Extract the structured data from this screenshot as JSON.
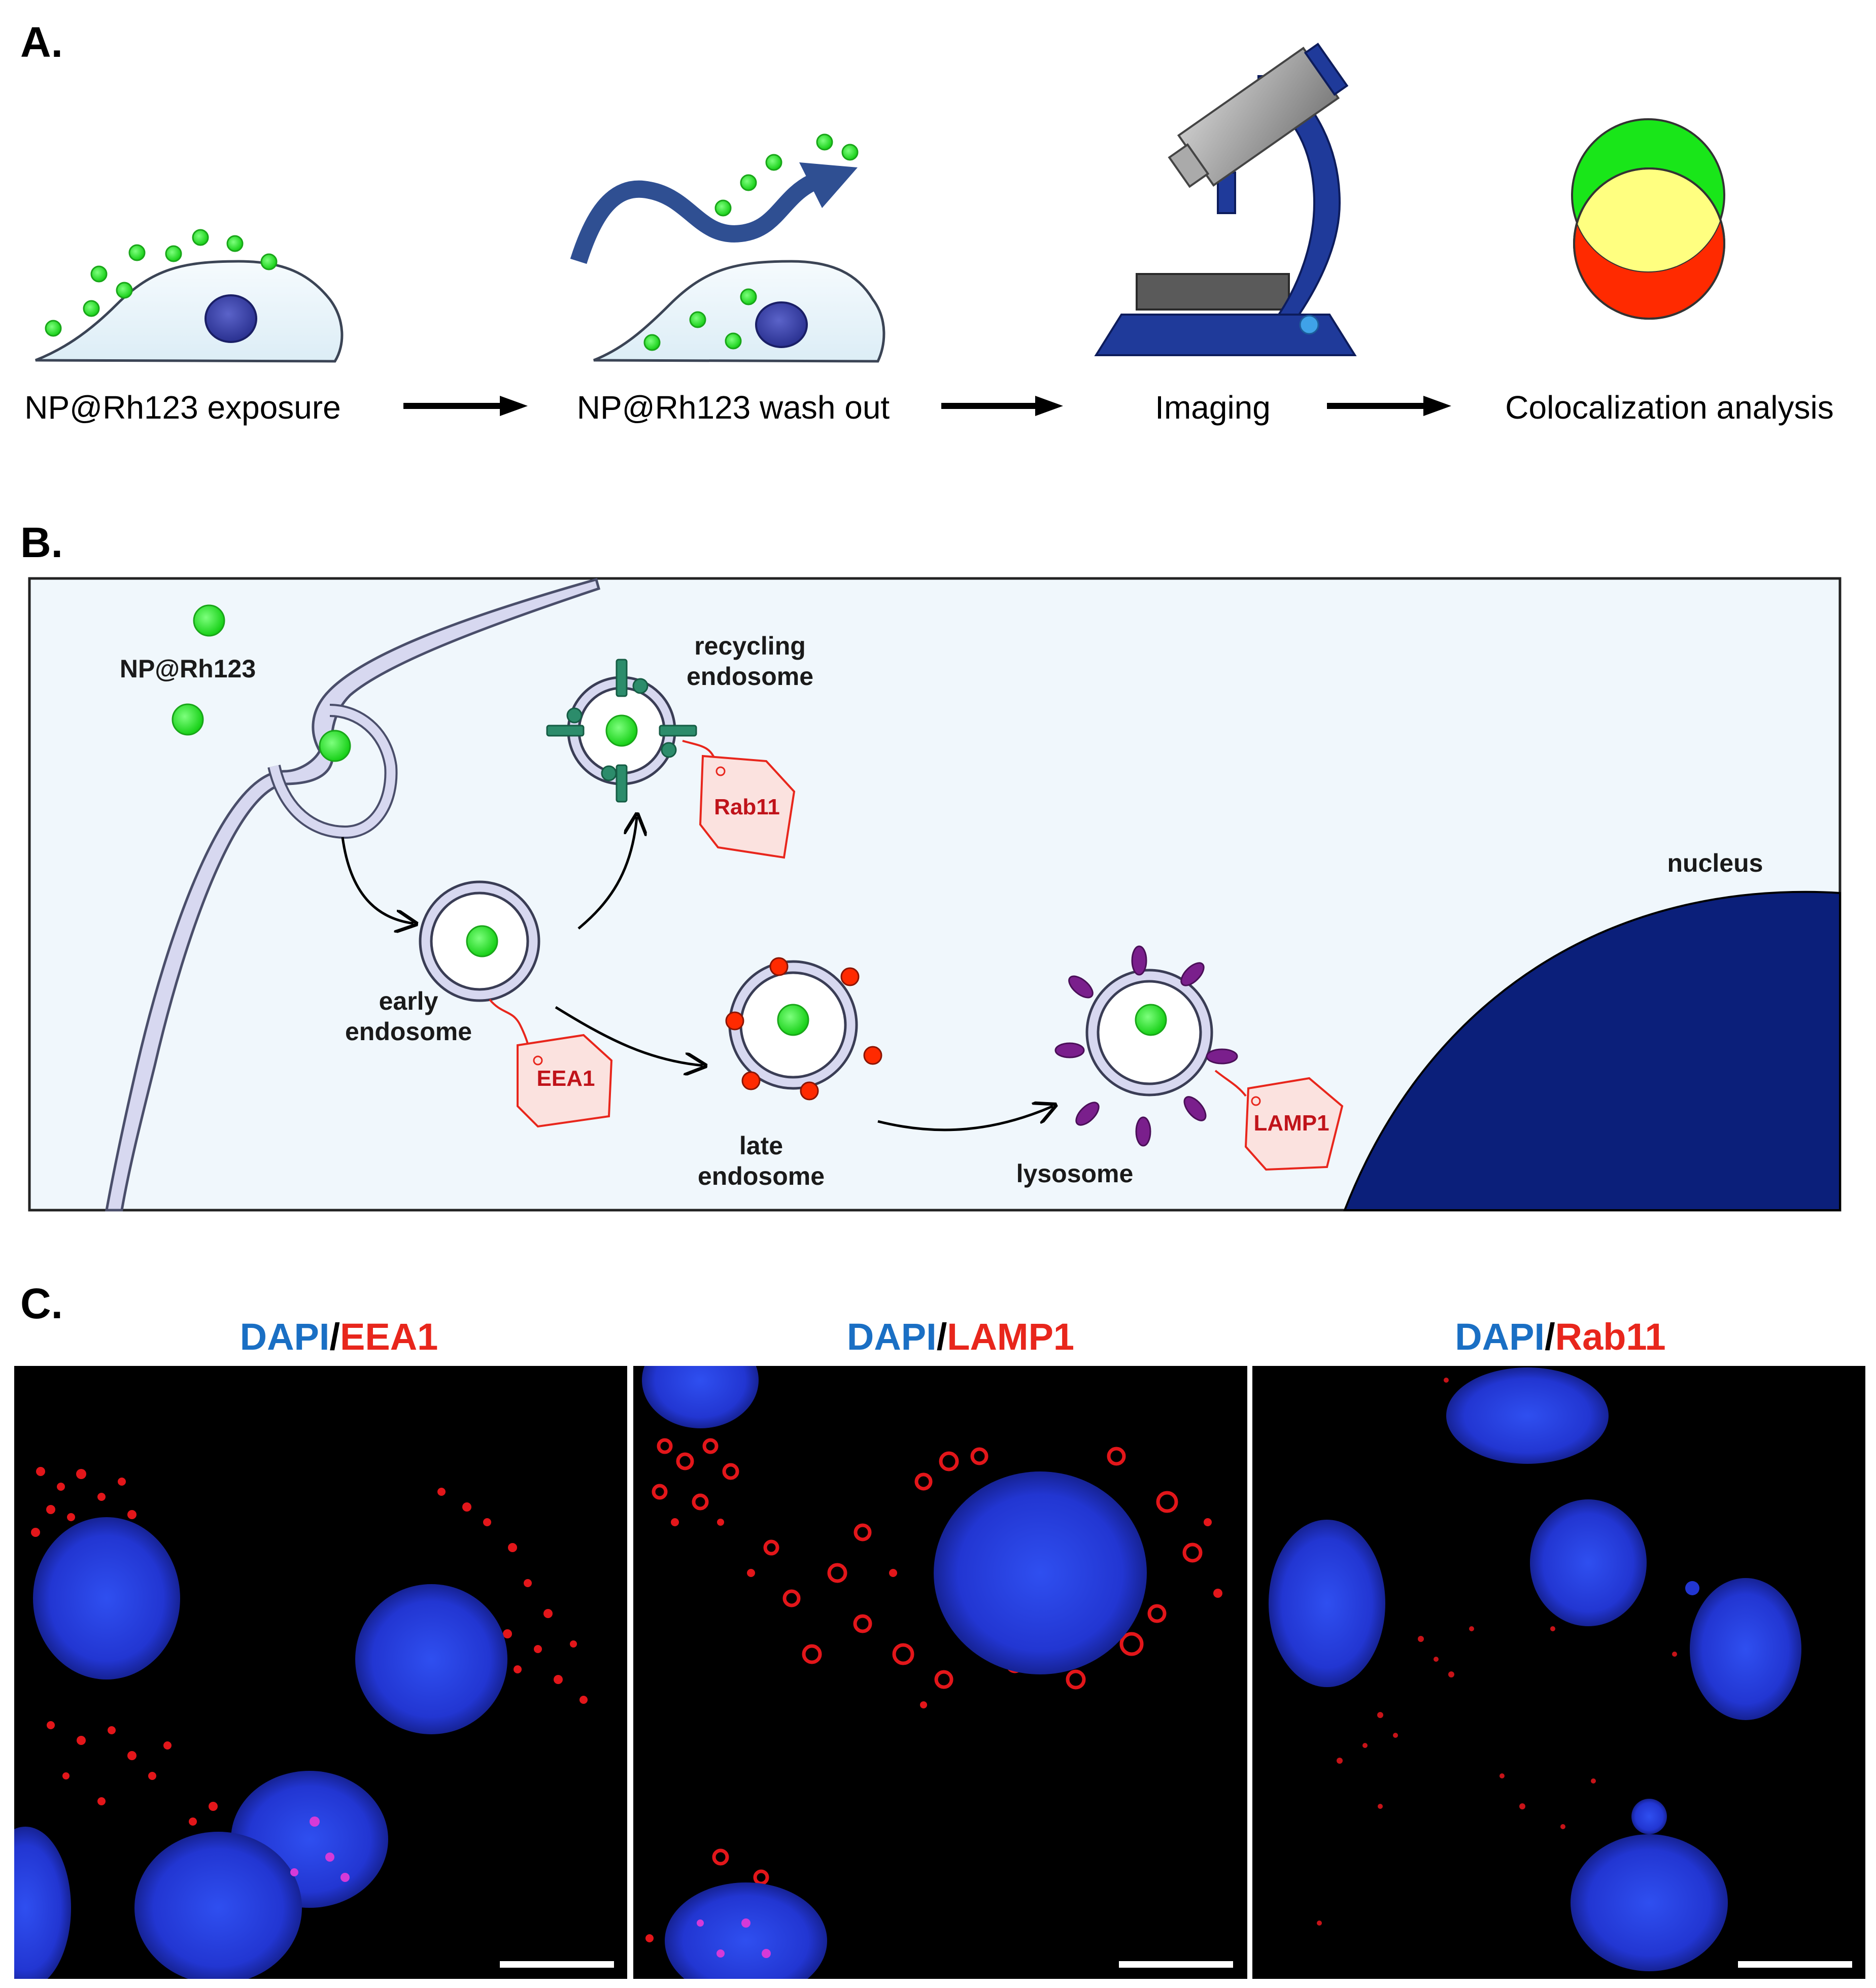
{
  "panels": {
    "a_letter": "A.",
    "b_letter": "B.",
    "c_letter": "C."
  },
  "panel_a": {
    "steps": [
      {
        "label": "NP@Rh123 exposure"
      },
      {
        "label": "NP@Rh123 wash out"
      },
      {
        "label": "Imaging"
      },
      {
        "label": "Colocalization analysis"
      }
    ]
  },
  "panel_b": {
    "np_label": "NP@Rh123",
    "recycling_label_1": "recycling",
    "recycling_label_2": "endosome",
    "early_label_1": "early",
    "early_label_2": "endosome",
    "late_label_1": "late",
    "late_label_2": "endosome",
    "lysosome_label": "lysosome",
    "nucleus_label": "nucleus",
    "tags": {
      "rab11": "Rab11",
      "eea1": "EEA1",
      "lamp1": "LAMP1"
    }
  },
  "panel_c": {
    "images": [
      {
        "stain1": "DAPI",
        "sep": "/",
        "stain2": "EEA1"
      },
      {
        "stain1": "DAPI",
        "sep": "/",
        "stain2": "LAMP1"
      },
      {
        "stain1": "DAPI",
        "sep": "/",
        "stain2": "Rab11"
      }
    ]
  },
  "colors": {
    "dapi_blue": "#1a6fc4",
    "marker_red": "#e8261c",
    "np_green": "#22e622",
    "nucleus_navy": "#0b1f7a",
    "cytoplasm": "#f0f7fc",
    "membrane": "#d7d8f0"
  }
}
